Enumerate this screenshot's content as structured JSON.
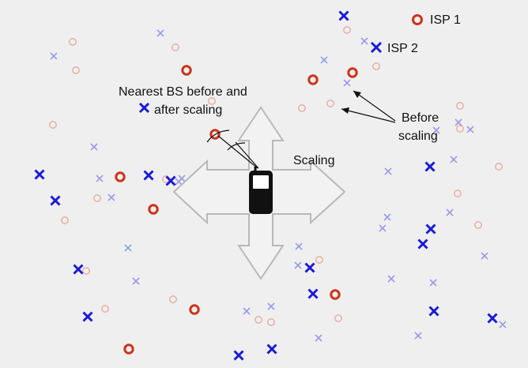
{
  "colors": {
    "background": "#efefef",
    "isp1_after": "#cc3319",
    "isp1_before": "#e8b3a8",
    "isp2_after": "#1a1ad6",
    "isp2_before": "#9a9ae8",
    "arrow_fill": "#f2f2f2",
    "arrow_stroke": "#b8b8b8",
    "phone": "#111111"
  },
  "legend": {
    "isp1_label": "ISP 1",
    "isp2_label": "ISP 2",
    "isp1_icon": "circle-marker-icon",
    "isp2_icon": "cross-marker-icon"
  },
  "annotations": {
    "nearest_line1": "Nearest BS before and",
    "nearest_line2": "after scaling",
    "scaling": "Scaling",
    "before_line1": "Before",
    "before_line2": "scaling"
  },
  "icons": {
    "phone": "mobile-phone-icon",
    "arrows": "four-way-arrow-icon"
  }
}
